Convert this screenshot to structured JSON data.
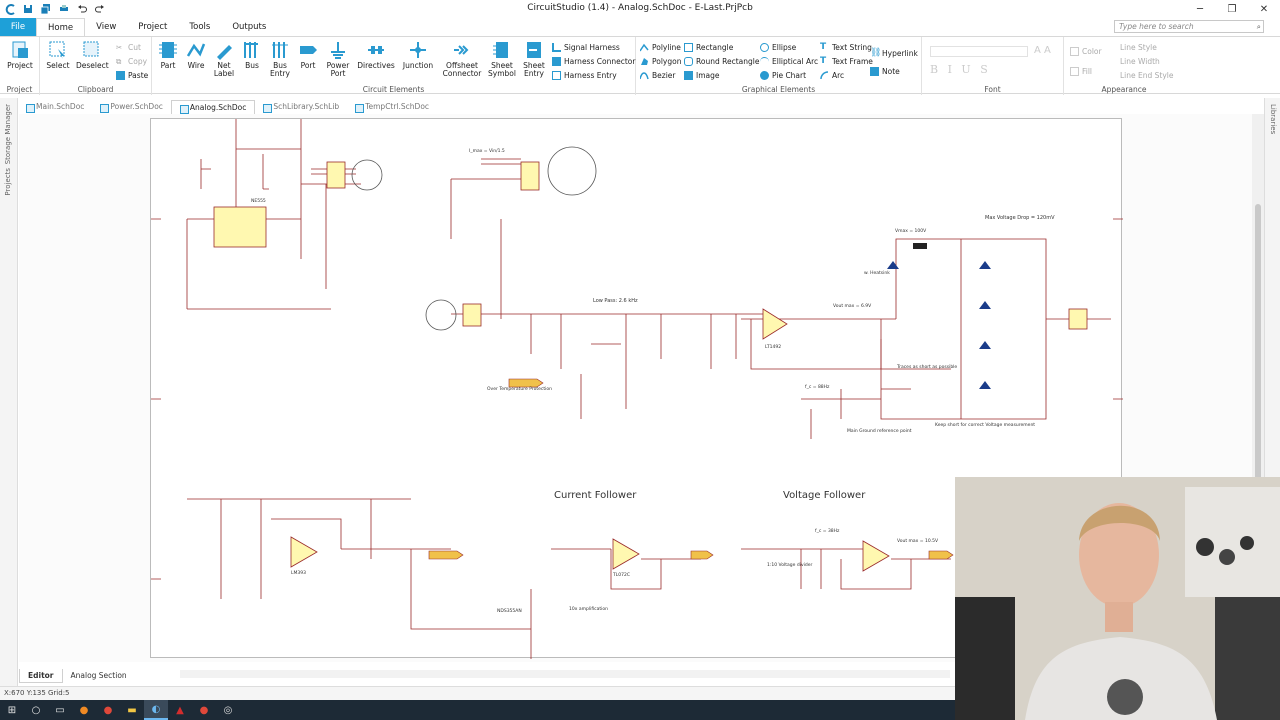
{
  "window": {
    "title": "CircuitStudio (1.4) - Analog.SchDoc - E-Last.PrjPcb"
  },
  "menu_tabs": [
    "File",
    "Home",
    "View",
    "Project",
    "Tools",
    "Outputs"
  ],
  "search": {
    "placeholder": "Type here to search"
  },
  "ribbon": {
    "project": {
      "label": "Project",
      "group": "Project"
    },
    "clipboard": {
      "group": "Clipboard",
      "select": "Select",
      "deselect": "Deselect",
      "cut": "Cut",
      "copy": "Copy",
      "paste": "Paste"
    },
    "circuit": {
      "group": "Circuit Elements",
      "part": "Part",
      "wire": "Wire",
      "net_label": "Net\nLabel",
      "bus": "Bus",
      "bus_entry": "Bus\nEntry",
      "port": "Port",
      "power_port": "Power\nPort",
      "directives": "Directives",
      "junction": "Junction",
      "offsheet": "Offsheet\nConnector",
      "sheet_symbol": "Sheet\nSymbol",
      "sheet_entry": "Sheet\nEntry",
      "signal_harness": "Signal Harness",
      "harness_connector": "Harness Connector",
      "harness_entry": "Harness Entry"
    },
    "graphical": {
      "group": "Graphical Elements",
      "polyline": "Polyline",
      "polygon": "Polygon",
      "bezier": "Bezier",
      "rectangle": "Rectangle",
      "round_rectangle": "Round Rectangle",
      "image": "Image",
      "ellipse": "Ellipse",
      "elliptical_arc": "Elliptical Arc",
      "pie_chart": "Pie Chart",
      "text_string": "Text String",
      "text_frame": "Text Frame",
      "arc": "Arc",
      "hyperlink": "Hyperlink",
      "note": "Note"
    },
    "font": {
      "group": "Font",
      "bold_italic_underline": "B I U S"
    },
    "appearance": {
      "group": "Appearance",
      "color": "Color",
      "fill": "Fill",
      "line_style": "Line Style",
      "line_width": "Line Width",
      "line_end_style": "Line End Style"
    }
  },
  "doc_tabs": [
    "Main.SchDoc",
    "Power.SchDoc",
    "Analog.SchDoc",
    "SchLibrary.SchLib",
    "TempCtrl.SchDoc"
  ],
  "left_panels": [
    "Storage Manager",
    "Projects"
  ],
  "right_panels": [
    "Libraries"
  ],
  "schematic": {
    "titles": {
      "current_follower": "Current Follower",
      "voltage_follower": "Voltage Follower"
    },
    "labels": {
      "low_pass": "Low Pass: 2.6 kHz",
      "over_temp": "Over Temperature Protection",
      "main_voltage_drop": "Max Voltage Drop = 120mV",
      "vmax": "Vmax = 100V",
      "traces_short": "Traces as short as possible",
      "keep_short": "Keep short for correct Voltage measurement",
      "main_ground": "Main Ground reference point",
      "imax": "I_max = Vin/1.5",
      "vout_max": "Vout max = 6.9V",
      "fc_low": "f_c = 88Hz",
      "fc_vf": "f_c = 38Hz",
      "vout_vf": "Vout max = 10.5V",
      "ten_x": "10x amplification",
      "vdiv": "1:10 Voltage divider",
      "heatsink": "w. Heatsink",
      "ic7a": "LT1492",
      "ic7": "TL072C",
      "lm393": "LM393",
      "ne555": "NE555",
      "nd": "NDS355AN"
    }
  },
  "bottom_tabs": [
    "Editor",
    "Analog Section"
  ],
  "status": {
    "coords": "X:670 Y:135",
    "grid": "Grid:5"
  },
  "taskbar_icons": [
    "windows-icon",
    "search-icon",
    "taskview-icon",
    "firefox-icon",
    "chrome-icon",
    "explorer-icon",
    "circuitstudio-icon",
    "acrobat-icon",
    "chrome2-icon",
    "obs-icon"
  ]
}
